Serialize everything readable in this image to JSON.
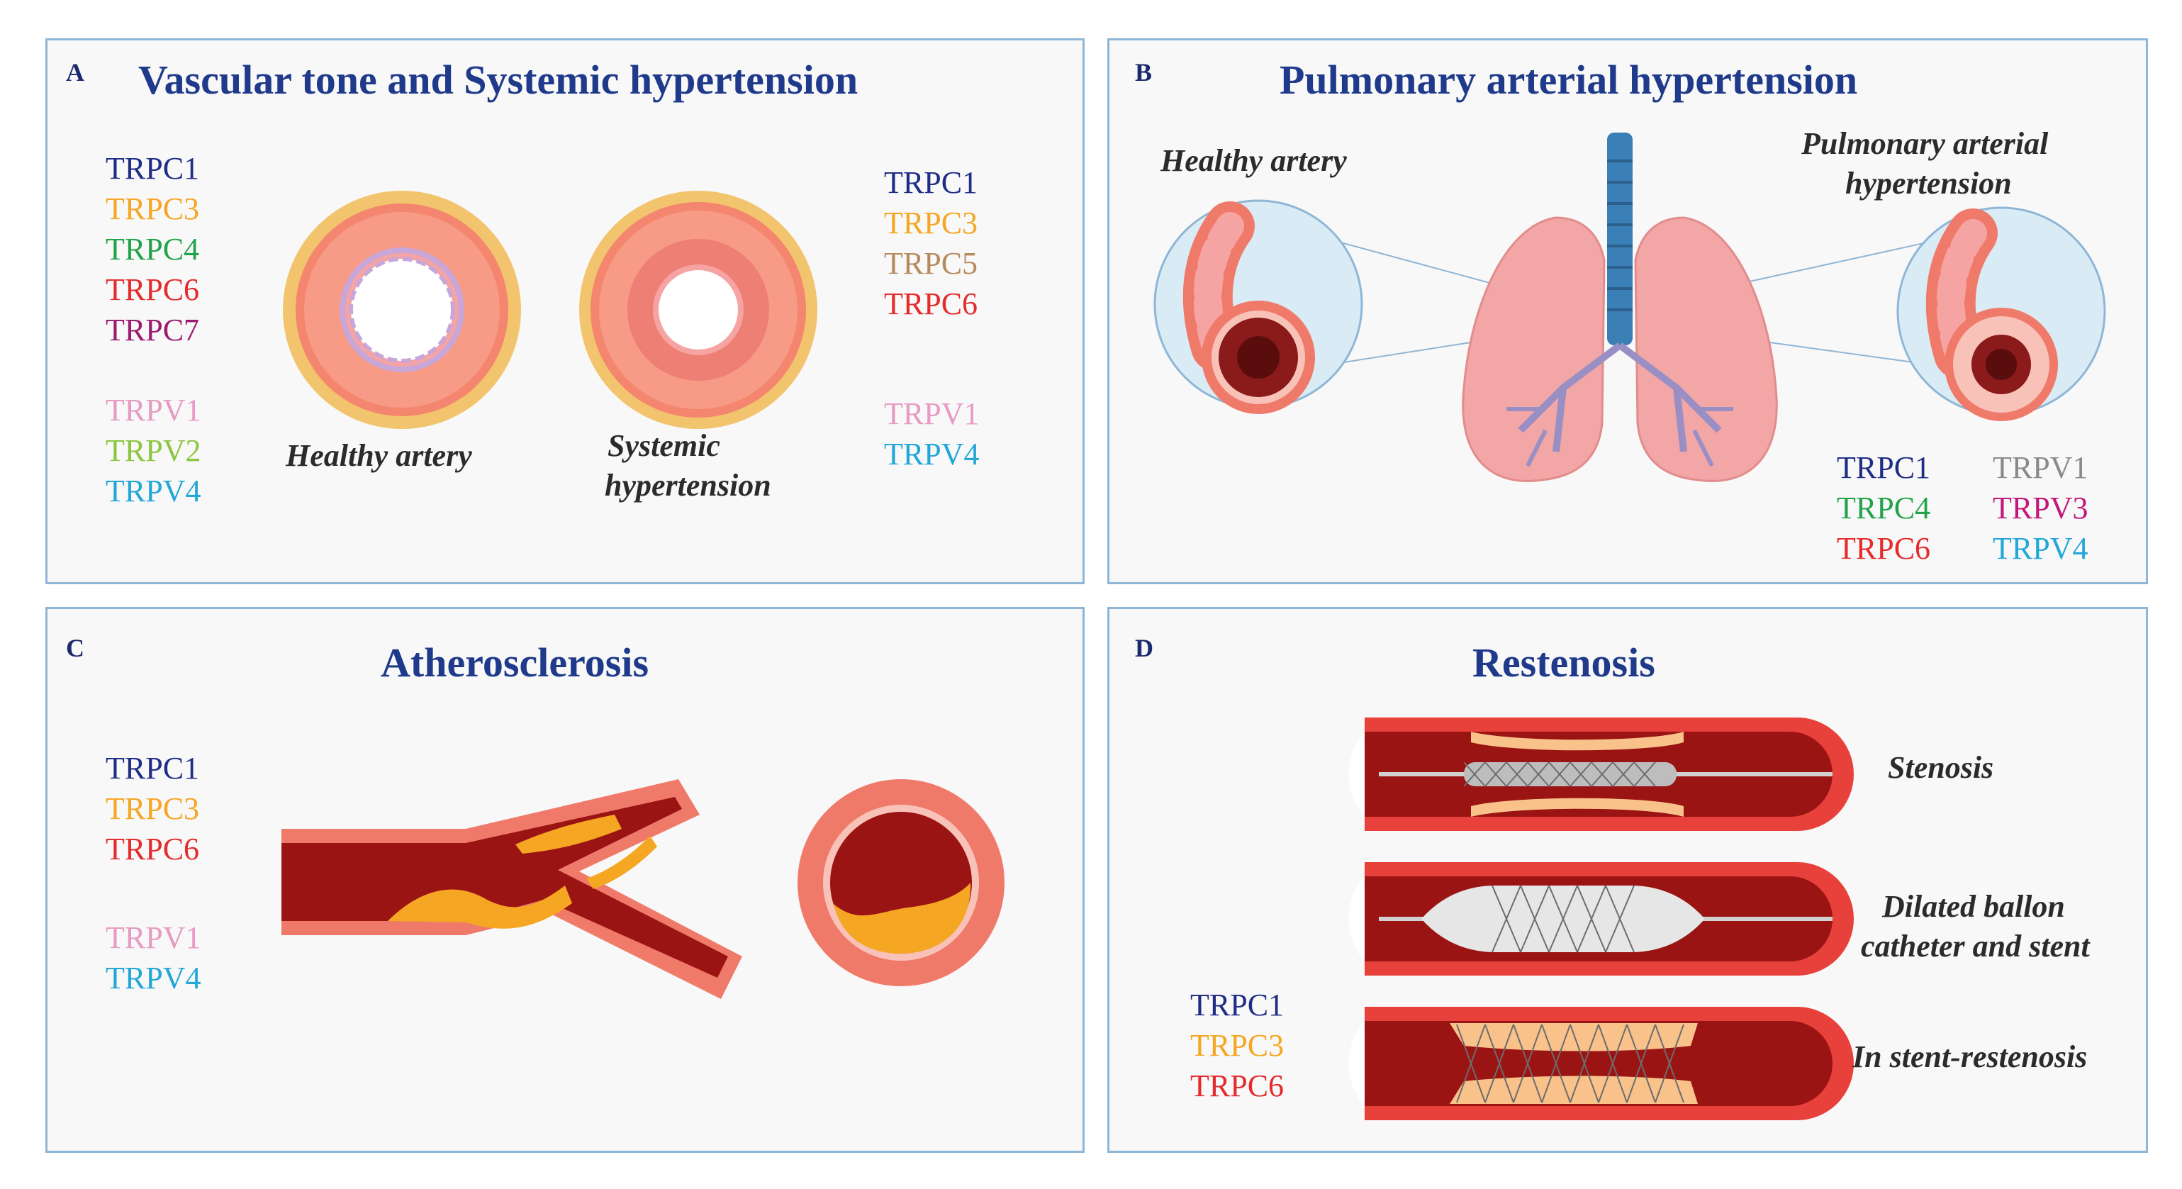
{
  "colors": {
    "TRPC1": "#1f2d86",
    "TRPC3": "#f5a623",
    "TRPC4": "#22a34a",
    "TRPC5": "#b68a5c",
    "TRPC6": "#e52b2b",
    "TRPC7": "#9b1b6e",
    "TRPV1": "#e79ac2",
    "TRPV2": "#8cc63f",
    "TRPV3": "#c2187a",
    "TRPV4": "#22a7d8",
    "TRPV1_gray": "#8a8a8a",
    "title": "#1f3a8a",
    "panel_border": "#8fb6d6"
  },
  "panels": {
    "a": {
      "letter": "A",
      "title": "Vascular tone and Systemic hypertension",
      "healthy_caption": "Healthy artery",
      "hyper_caption_1": "Systemic",
      "hyper_caption_2": "hypertension",
      "left_channels": {
        "c": [
          "TRPC1",
          "TRPC3",
          "TRPC4",
          "TRPC6",
          "TRPC7"
        ],
        "v": [
          "TRPV1",
          "TRPV2",
          "TRPV4"
        ]
      },
      "right_channels": {
        "c": [
          "TRPC1",
          "TRPC3",
          "TRPC5",
          "TRPC6"
        ],
        "v": [
          "TRPV1",
          "TRPV4"
        ]
      }
    },
    "b": {
      "letter": "B",
      "title": "Pulmonary arterial hypertension",
      "healthy_caption": "Healthy artery",
      "pah_caption_1": "Pulmonary arterial",
      "pah_caption_2": "hypertension",
      "channels_col1": [
        "TRPC1",
        "TRPC4",
        "TRPC6"
      ],
      "channels_col2": [
        "TRPV1",
        "TRPV3",
        "TRPV4"
      ]
    },
    "c": {
      "letter": "C",
      "title": "Atherosclerosis",
      "channels": {
        "c": [
          "TRPC1",
          "TRPC3",
          "TRPC6"
        ],
        "v": [
          "TRPV1",
          "TRPV4"
        ]
      }
    },
    "d": {
      "letter": "D",
      "title": "Restenosis",
      "stage_1": "Stenosis",
      "stage_2_line1": "Dilated ballon",
      "stage_2_line2": "catheter and stent",
      "stage_3": "In stent-restenosis",
      "channels": [
        "TRPC1",
        "TRPC3",
        "TRPC6"
      ]
    }
  }
}
